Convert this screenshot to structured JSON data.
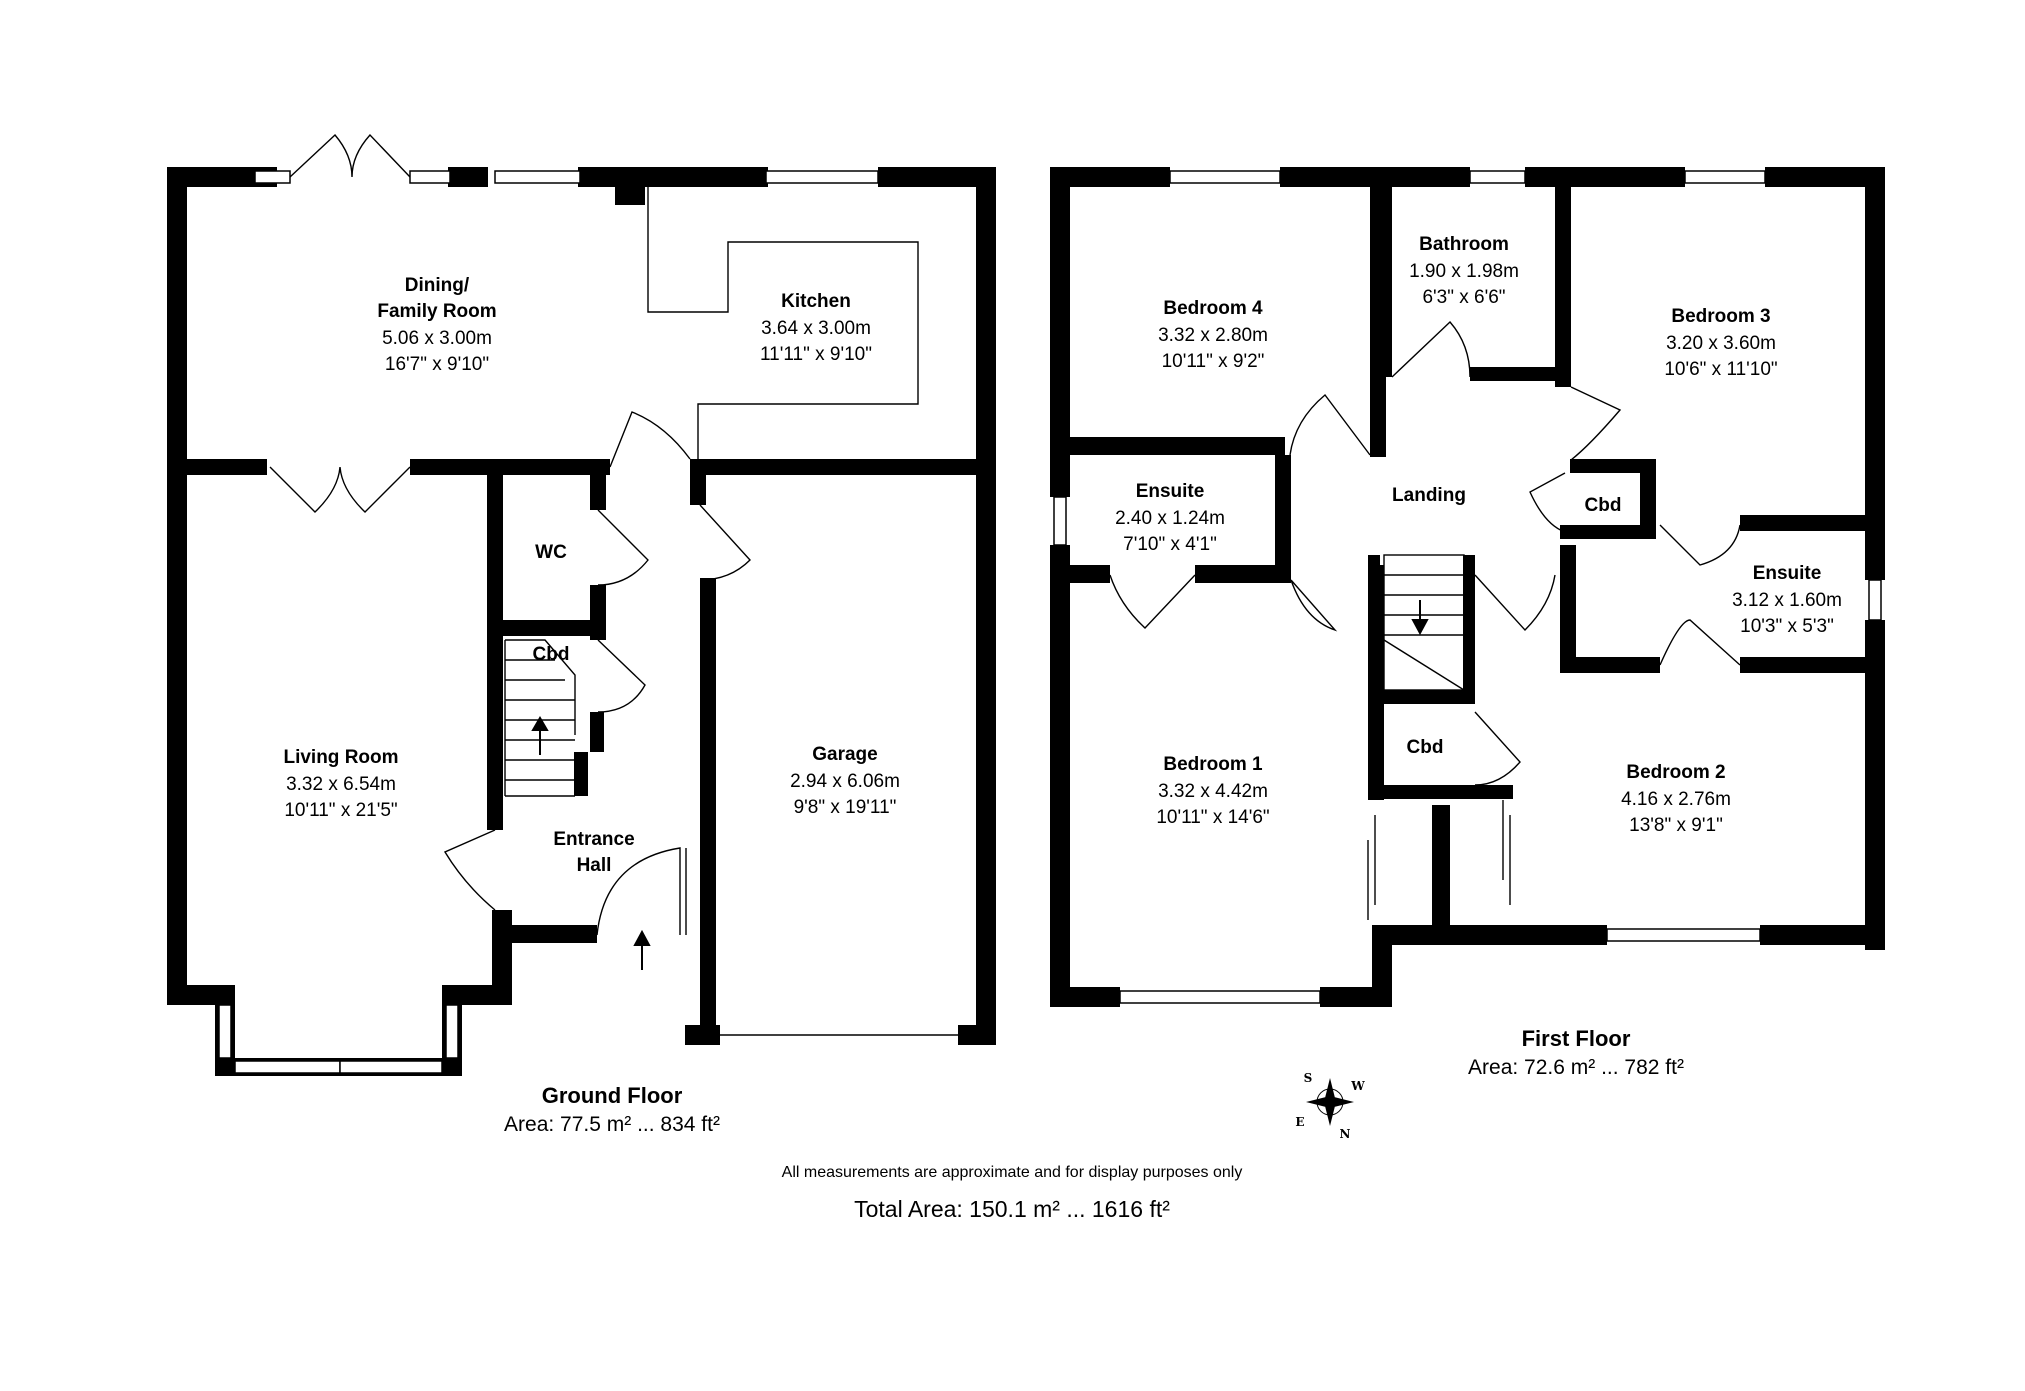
{
  "ground_floor": {
    "title": "Ground Floor",
    "area": "Area: 77.5 m² ... 834 ft²",
    "rooms": {
      "dining": {
        "name_line1": "Dining/",
        "name_line2": "Family Room",
        "metric": "5.06 x 3.00m",
        "imperial": "16'7\" x 9'10\""
      },
      "kitchen": {
        "name": "Kitchen",
        "metric": "3.64 x 3.00m",
        "imperial": "11'11\" x 9'10\""
      },
      "wc": {
        "name": "WC"
      },
      "cbd": {
        "name": "Cbd"
      },
      "living": {
        "name": "Living Room",
        "metric": "3.32 x 6.54m",
        "imperial": "10'11\" x 21'5\""
      },
      "garage": {
        "name": "Garage",
        "metric": "2.94 x 6.06m",
        "imperial": "9'8\" x 19'11\""
      },
      "hall": {
        "name_line1": "Entrance",
        "name_line2": "Hall"
      }
    }
  },
  "first_floor": {
    "title": "First Floor",
    "area": "Area: 72.6 m² ... 782 ft²",
    "rooms": {
      "bedroom4": {
        "name": "Bedroom 4",
        "metric": "3.32 x 2.80m",
        "imperial": "10'11\" x 9'2\""
      },
      "bathroom": {
        "name": "Bathroom",
        "metric": "1.90 x 1.98m",
        "imperial": "6'3\" x 6'6\""
      },
      "bedroom3": {
        "name": "Bedroom 3",
        "metric": "3.20 x 3.60m",
        "imperial": "10'6\" x 11'10\""
      },
      "ensuite1": {
        "name": "Ensuite",
        "metric": "2.40 x 1.24m",
        "imperial": "7'10\" x 4'1\""
      },
      "landing": {
        "name": "Landing"
      },
      "cbd_landing": {
        "name": "Cbd"
      },
      "ensuite2": {
        "name": "Ensuite",
        "metric": "3.12 x 1.60m",
        "imperial": "10'3\" x 5'3\""
      },
      "bedroom1": {
        "name": "Bedroom 1",
        "metric": "3.32 x 4.42m",
        "imperial": "10'11\" x 14'6\""
      },
      "cbd_first": {
        "name": "Cbd"
      },
      "bedroom2": {
        "name": "Bedroom 2",
        "metric": "4.16 x 2.76m",
        "imperial": "13'8\" x 9'1\""
      }
    }
  },
  "compass": {
    "letters": [
      "S",
      "W",
      "E",
      "N"
    ]
  },
  "disclaimer": "All measurements are approximate and for display purposes only",
  "total_area": "Total Area: 150.1 m² ... 1616 ft²"
}
